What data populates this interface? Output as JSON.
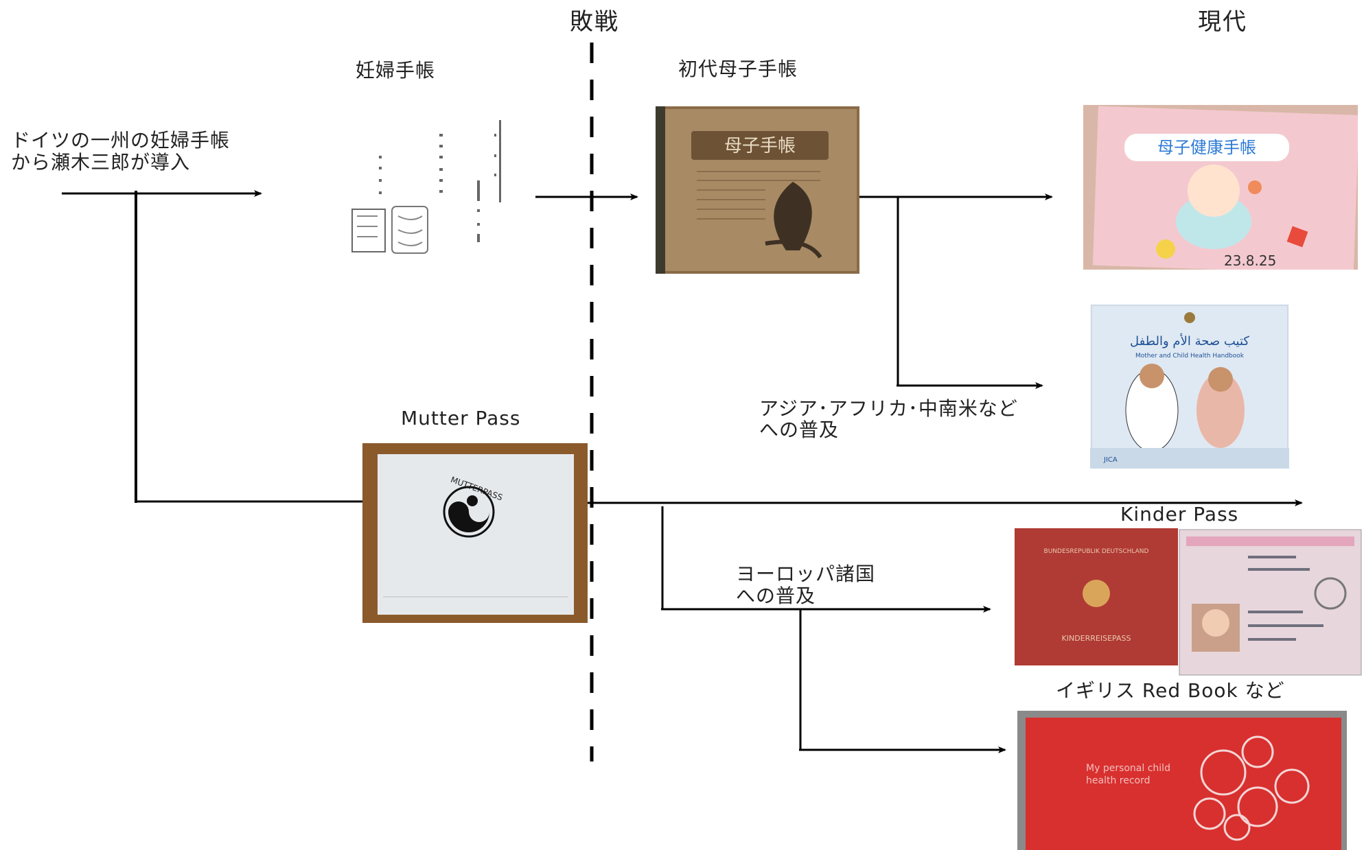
{
  "headers": {
    "defeat": "敗戦",
    "present": "現代"
  },
  "labels": {
    "ninpu_techo": "妊婦手帳",
    "first_boshi_techo": "初代母子手帳",
    "germany_origin_line1": "ドイツの一州の妊婦手帳",
    "germany_origin_line2": "から瀬木三郎が導入",
    "mutter_pass": "Mutter Pass",
    "spread_asia_line1": "アジア･アフリカ･中南米など",
    "spread_asia_line2": "への普及",
    "kinder_pass": "Kinder Pass",
    "spread_europe_line1": "ヨーロッパ諸国",
    "spread_europe_line2": "への普及",
    "uk_red_book": "イギリス Red Book など"
  },
  "images": {
    "boshi_cover_text": "母子手帳",
    "modern_cover_text": "母子健康手帳",
    "modern_date": "23.8.25",
    "arabic_title": "كتيب صحة الأم والطفل",
    "arabic_subtitle": "Mother and Child Health Handbook",
    "arabic_footer": "JICA",
    "mutterpass_cover": "MUTTERPASS",
    "kinder_cover_top": "BUNDESREPUBLIK DEUTSCHLAND",
    "kinder_cover_bottom": "KINDERREISEPASS",
    "red_book_text_line1": "My personal child",
    "red_book_text_line2": "health record"
  },
  "colors": {
    "line": "#000000",
    "boshi_cover": "#8a6a47",
    "mutterpass_bg": "#8b5a2b",
    "kinder_red": "#b03a34",
    "red_book": "#d8302f",
    "modern_pink": "#f3c9cf"
  }
}
